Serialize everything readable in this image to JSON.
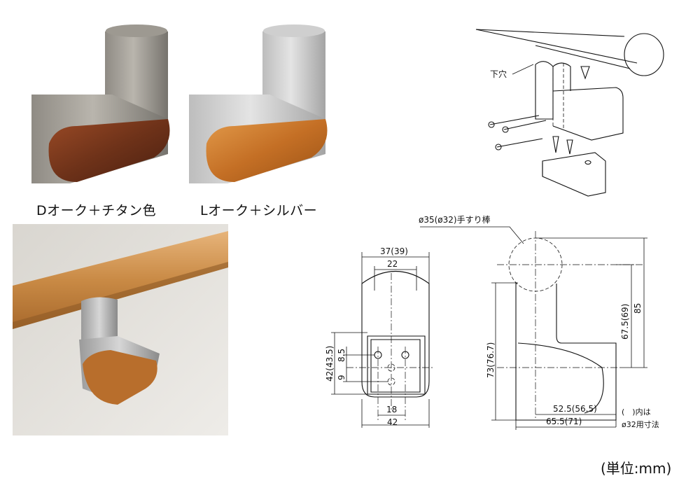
{
  "products": [
    {
      "label": "Dオーク＋チタン色",
      "wood_color": "#7a3a1e",
      "metal_color": "#a8a49c"
    },
    {
      "label": "Lオーク＋シルバー",
      "wood_color": "#c7752a",
      "metal_color": "#c9c9c9"
    }
  ],
  "iso": {
    "hole_label": "下穴"
  },
  "front": {
    "width_label": "37(39)",
    "inner_width_label": "22",
    "height_label": "42(43.5)",
    "hole_pitch_upper": "8.5",
    "hole_pitch_lower": "9",
    "bottom_hole_label": "18",
    "base_width_label": "42"
  },
  "side": {
    "bar_label": "ø35(ø32)手すり棒",
    "height_total": "85",
    "height_center": "67.5(69)",
    "height_left": "73(76.7)",
    "depth_center": "52.5(56.5)",
    "depth_total": "65.5(71)",
    "note_line1": "(　)内は",
    "note_line2": "ø32用寸法"
  },
  "unit": "(単位:mm)"
}
